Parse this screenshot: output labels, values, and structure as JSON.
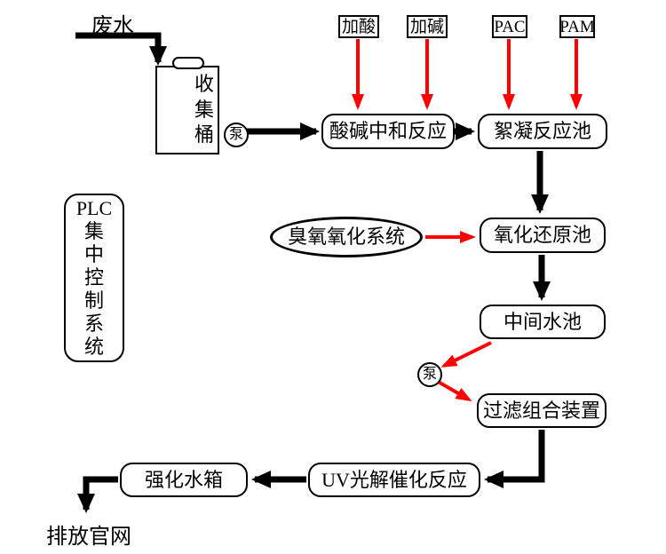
{
  "colors": {
    "flow": "#000000",
    "dosing": "#fe0000",
    "border": "#000000",
    "background": "#ffffff"
  },
  "labels": {
    "wastewater": "废水",
    "bucket": {
      "lines": [
        "收",
        "集",
        "桶"
      ]
    },
    "pump1": "泵",
    "dosing": {
      "acid": "加酸",
      "alkali": "加碱",
      "pac": "PAC",
      "pam": "PAM"
    },
    "neutralization": "酸碱中和反应",
    "flocculation": "絮凝反应池",
    "ozone_system": "臭氧氧化系统",
    "redox": "氧化还原池",
    "intermediate": "中间水池",
    "pump2": "泵",
    "filter": "过滤组合装置",
    "uv": "UV光解催化反应",
    "tank": "强化水箱",
    "discharge": "排放官网",
    "plc": {
      "lines": [
        "PLC",
        "集",
        "中",
        "控",
        "制",
        "系",
        "统"
      ]
    }
  }
}
